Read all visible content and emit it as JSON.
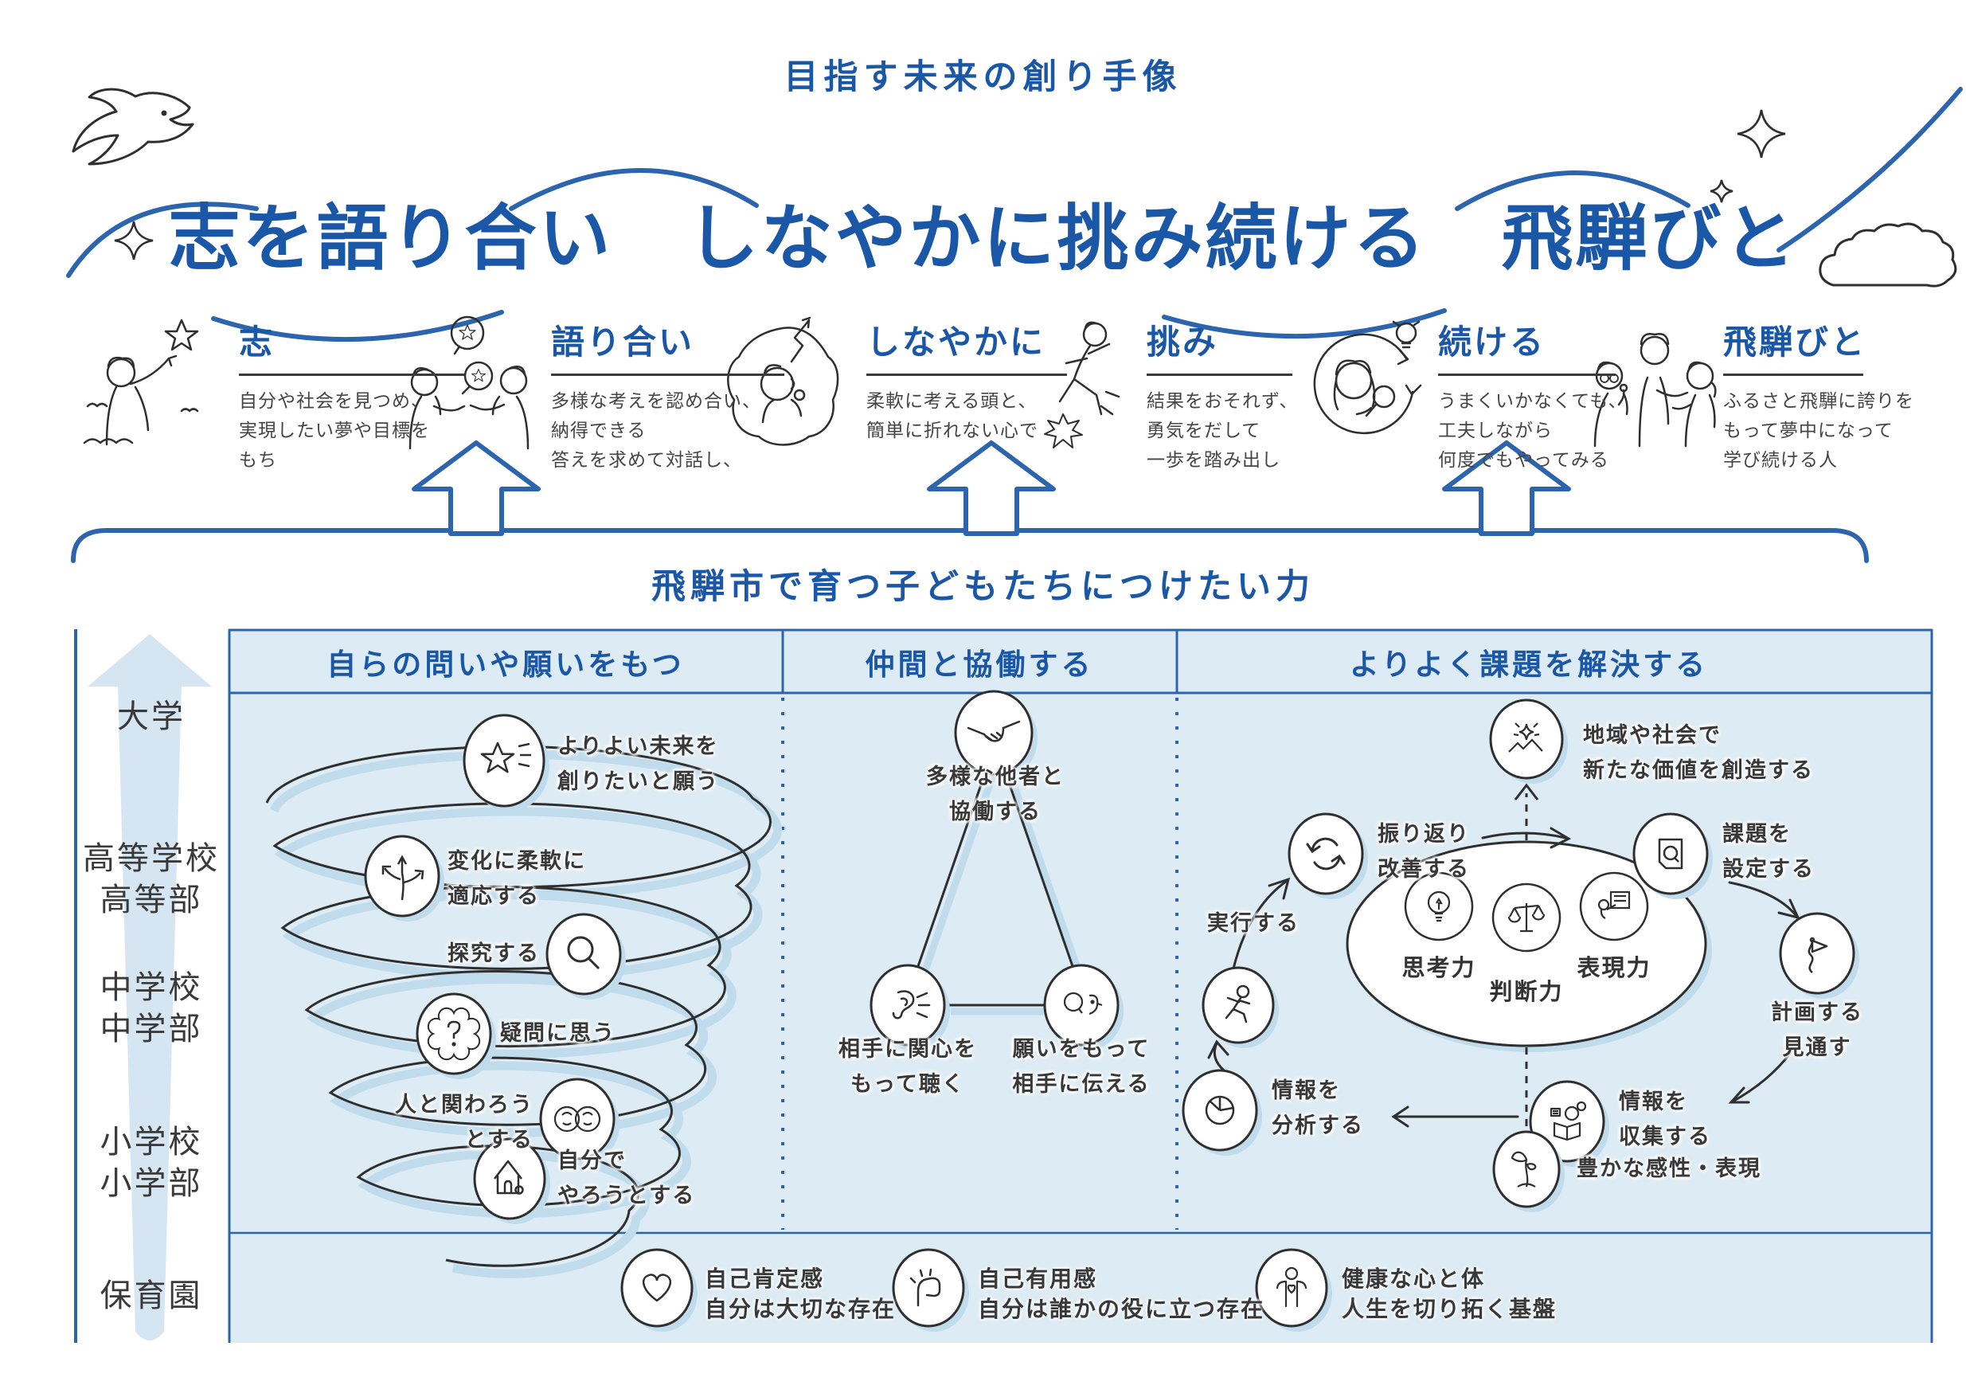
{
  "colors": {
    "brand_blue": "#1b57a7",
    "line_blue": "#2c64ad",
    "table_bg": "#dcebf4",
    "accent_light_blue": "#bfdbec",
    "ink": "#2f2f2f"
  },
  "header": {
    "eyebrow": "目指す未来の創り手像",
    "headline": "志を語り合い　しなやかに挑み続ける　飛騨びと"
  },
  "traits": [
    {
      "title": "志",
      "desc": "自分や社会を見つめ、\n実現したい夢や目標を\nもち",
      "icon": "person-reaching-star"
    },
    {
      "title": "語り合い",
      "desc": "多様な考えを認め合い、\n納得できる\n答えを求めて対話し、",
      "icon": "two-people-talking"
    },
    {
      "title": "しなやかに",
      "desc": "柔軟に考える頭と、\n簡単に折れない心で",
      "icon": "flexible-mind"
    },
    {
      "title": "挑み",
      "desc": "結果をおそれず、\n勇気をだして\n一歩を踏み出し",
      "icon": "person-leaping"
    },
    {
      "title": "続ける",
      "desc": "うまくいかなくても、\n工夫しながら\n何度でもやってみる",
      "icon": "person-magnifier-cycle"
    },
    {
      "title": "飛騨びと",
      "desc": "ふるさと飛騨に誇りを\nもって夢中になって\n学び続ける人",
      "icon": "three-people"
    }
  ],
  "bridge": {
    "label": "飛騨市で育つ子どもたちにつけたい力"
  },
  "stages": [
    {
      "label": "大学"
    },
    {
      "label": "高等学校\n高等部"
    },
    {
      "label": "中学校\n中学部"
    },
    {
      "label": "小学校\n小学部"
    },
    {
      "label": "保育園"
    }
  ],
  "matrix": {
    "columns": [
      {
        "header": "自らの問いや願いをもつ",
        "items": [
          {
            "label": "よりよい未来を\n創りたいと願う",
            "icon": "shooting-star-icon"
          },
          {
            "label": "変化に柔軟に\n適応する",
            "icon": "branching-arrows-icon"
          },
          {
            "label": "探究する",
            "icon": "magnifier-icon"
          },
          {
            "label": "疑問に思う",
            "icon": "question-icon"
          },
          {
            "label": "人と関わろう\nとする",
            "icon": "two-people-icon"
          },
          {
            "label": "自分で\nやろうとする",
            "icon": "house-icon"
          }
        ]
      },
      {
        "header": "仲間と協働する",
        "items": [
          {
            "label": "多様な他者と\n協働する",
            "icon": "handshake-icon"
          },
          {
            "label": "相手に関心を\nもって聴く",
            "icon": "ear-icon"
          },
          {
            "label": "願いをもって\n相手に伝える",
            "icon": "speaking-icon"
          }
        ]
      },
      {
        "header": "よりよく課題を解決する",
        "items": [
          {
            "label": "地域や社会で\n新たな価値を創造する",
            "icon": "new-value-icon"
          },
          {
            "label": "振り返り\n改善する",
            "icon": "cycle-icon"
          },
          {
            "label": "課題を\n設定する",
            "icon": "question-doc-icon"
          },
          {
            "label": "計画する\n見通す",
            "icon": "flag-icon"
          },
          {
            "label": "情報を\n収集する",
            "icon": "collect-info-icon"
          },
          {
            "label": "情報を\n分析する",
            "icon": "pie-chart-icon"
          },
          {
            "label": "実行する",
            "icon": "runner-icon"
          },
          {
            "label": "豊かな感性・表現",
            "icon": "sprout-icon"
          }
        ],
        "core_competencies": [
          {
            "label": "思考力",
            "icon": "bulb-icon"
          },
          {
            "label": "判断力",
            "icon": "scales-icon"
          },
          {
            "label": "表現力",
            "icon": "presenter-icon"
          }
        ]
      }
    ]
  },
  "foundation": {
    "items": [
      {
        "title": "自己肯定感",
        "desc": "自分は大切な存在",
        "icon": "heart-icon"
      },
      {
        "title": "自己有用感",
        "desc": "自分は誰かの役に立つ存在",
        "icon": "arm-flex-icon"
      },
      {
        "title": "健康な心と体",
        "desc": "人生を切り拓く基盤",
        "icon": "healthy-body-icon"
      }
    ]
  }
}
